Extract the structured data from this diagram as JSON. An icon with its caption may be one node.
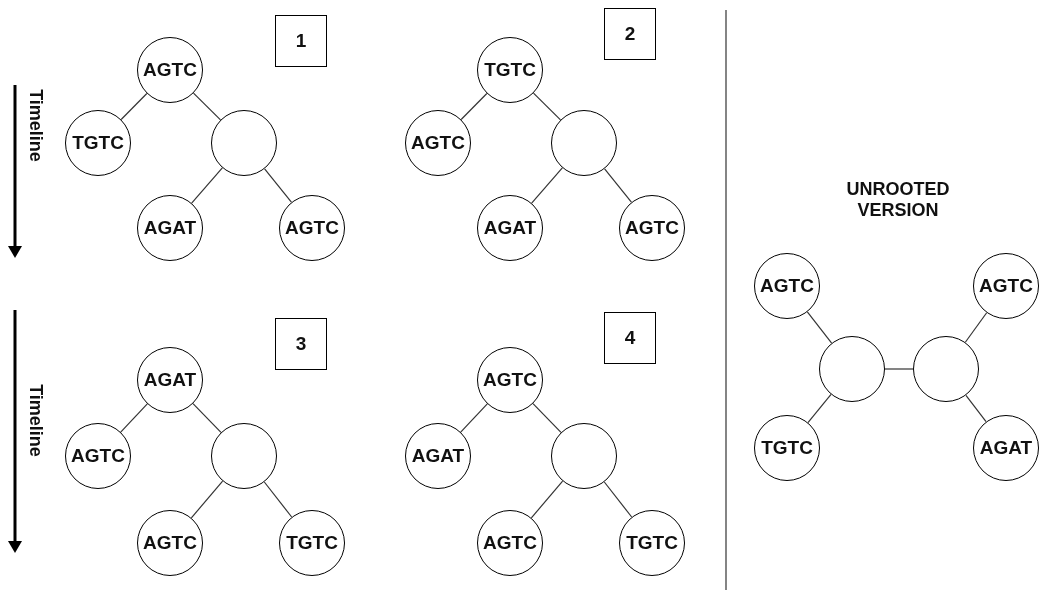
{
  "diagram": {
    "nodes": [
      {
        "text": [
          "1"
        ]
      },
      {
        "text": [
          "AGTC"
        ]
      },
      {
        "text": [
          "TGTC"
        ]
      },
      {
        "text": [],
        "shape": "circle"
      },
      {
        "text": [
          "AGAT"
        ]
      },
      {
        "text": [
          "AGTC"
        ]
      },
      {
        "text": [
          "2"
        ]
      },
      {
        "text": [
          "TGTC"
        ]
      },
      {
        "text": [
          "AGTC"
        ]
      },
      {
        "text": [],
        "shape": "circle"
      },
      {
        "text": [
          "AGAT"
        ]
      },
      {
        "text": [
          "AGTC"
        ]
      },
      {
        "text": [
          "3"
        ]
      },
      {
        "text": [
          "AGAT"
        ]
      },
      {
        "text": [
          "AGTC"
        ]
      },
      {
        "text": [],
        "shape": "circle"
      },
      {
        "text": [
          "AGTC"
        ]
      },
      {
        "text": [
          "TGTC"
        ]
      },
      {
        "text": [
          "4"
        ]
      },
      {
        "text": [
          "AGTC"
        ]
      },
      {
        "text": [
          "AGAT"
        ]
      },
      {
        "text": [],
        "shape": "circle"
      },
      {
        "text": [
          "AGTC"
        ]
      },
      {
        "text": [
          "TGTC"
        ]
      },
      {
        "text": [
          "AGTC"
        ]
      },
      {
        "text": [
          "AGTC"
        ]
      },
      {
        "text": [],
        "shape": "circle"
      },
      {
        "text": [],
        "shape": "circle"
      },
      {
        "text": [
          "TGTC"
        ]
      },
      {
        "text": [
          "AGAT"
        ]
      }
    ],
    "edges": [
      {
        "from": 1,
        "to": 2,
        "arrow": "none"
      },
      {
        "from": 1,
        "to": 3,
        "arrow": "none"
      },
      {
        "from": 3,
        "to": 4,
        "arrow": "none"
      },
      {
        "from": 3,
        "to": 5,
        "arrow": "none"
      },
      {
        "from": 7,
        "to": 8,
        "arrow": "none"
      },
      {
        "from": 7,
        "to": 9,
        "arrow": "none"
      },
      {
        "from": 9,
        "to": 10,
        "arrow": "none"
      },
      {
        "from": 9,
        "to": 11,
        "arrow": "none"
      },
      {
        "from": 13,
        "to": 14,
        "arrow": "none"
      },
      {
        "from": 13,
        "to": 15,
        "arrow": "none"
      },
      {
        "from": 15,
        "to": 16,
        "arrow": "none"
      },
      {
        "from": 15,
        "to": 17,
        "arrow": "none"
      },
      {
        "from": 19,
        "to": 20,
        "arrow": "none"
      },
      {
        "from": 19,
        "to": 21,
        "arrow": "none"
      },
      {
        "from": 21,
        "to": 22,
        "arrow": "none"
      },
      {
        "from": 21,
        "to": 23,
        "arrow": "none"
      },
      {
        "from": 26,
        "to": 24,
        "arrow": "none"
      },
      {
        "from": 26,
        "to": 28,
        "arrow": "none"
      },
      {
        "from": 26,
        "to": 27,
        "arrow": "none"
      },
      {
        "from": 27,
        "to": 25,
        "arrow": "none"
      },
      {
        "from": 27,
        "to": 29,
        "arrow": "none"
      }
    ],
    "labels": [
      "Timeline",
      "Timeline",
      "UNROOTED VERSION"
    ]
  }
}
